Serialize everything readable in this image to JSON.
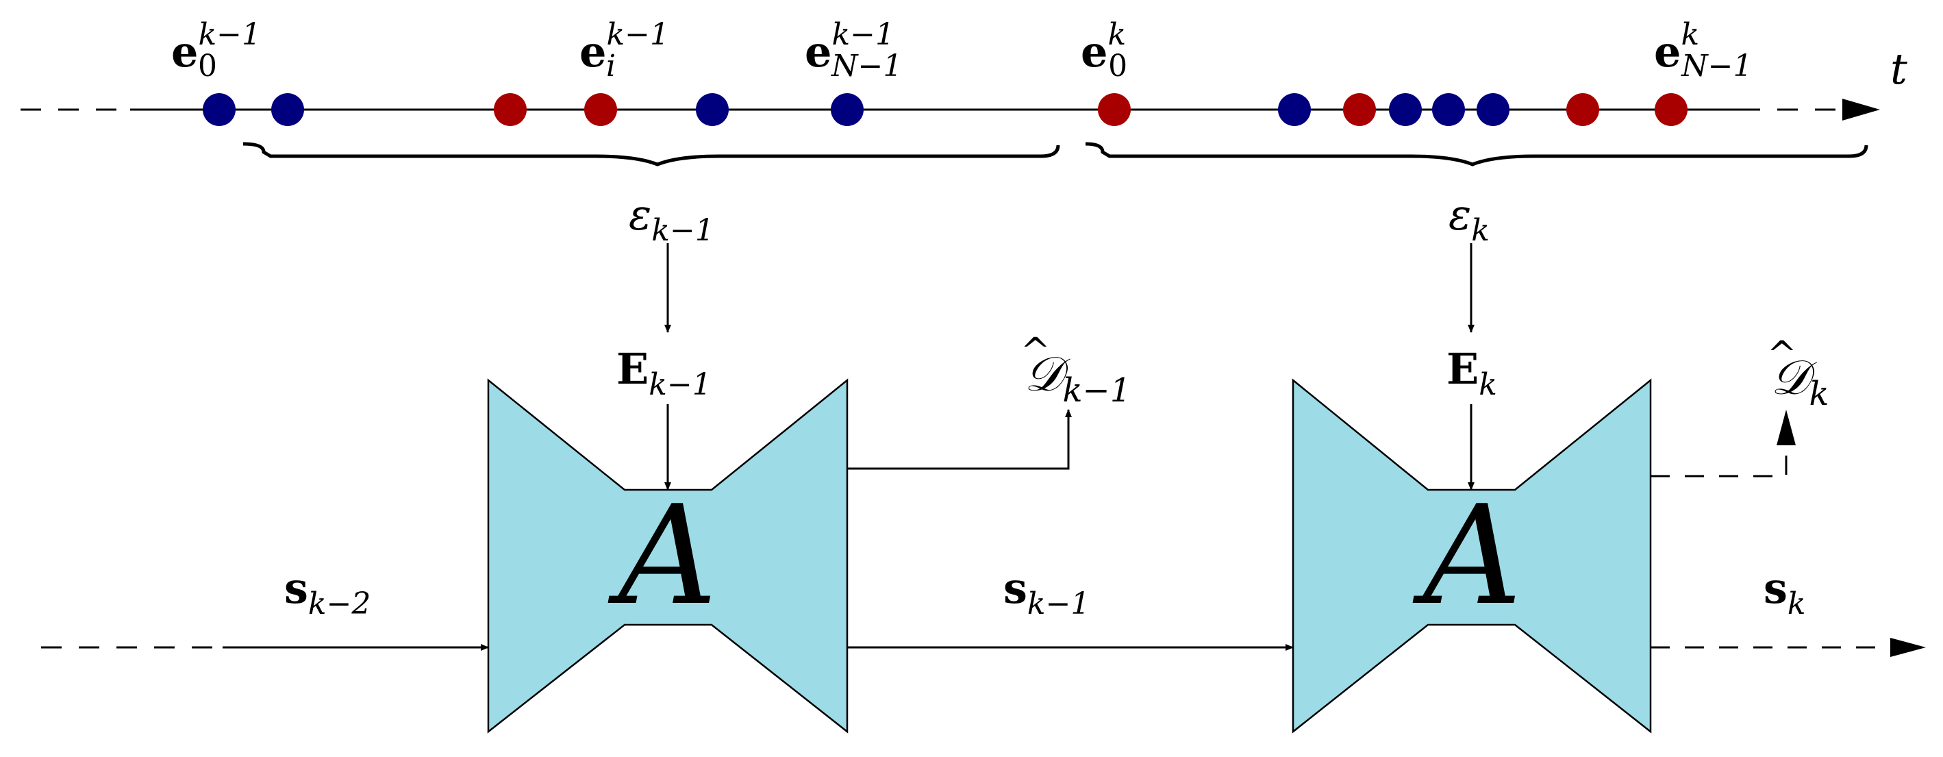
{
  "timeline": {
    "axis_label": "t",
    "events": [
      {
        "color": "blue"
      },
      {
        "color": "blue"
      },
      {
        "color": "red"
      },
      {
        "color": "red"
      },
      {
        "color": "blue"
      },
      {
        "color": "blue"
      },
      {
        "color": "red"
      },
      {
        "color": "blue"
      },
      {
        "color": "red"
      },
      {
        "color": "blue"
      },
      {
        "color": "blue"
      },
      {
        "color": "blue"
      },
      {
        "color": "red"
      },
      {
        "color": "red"
      }
    ],
    "event_labels": {
      "e0_prev": {
        "base": "e",
        "sub": "0",
        "sup": "k−1"
      },
      "ei_prev": {
        "base": "e",
        "sub": "i",
        "sup": "k−1"
      },
      "eN_prev": {
        "base": "e",
        "sub": "N−1",
        "sup": "k−1"
      },
      "e0_cur": {
        "base": "e",
        "sub": "0",
        "sup": "k"
      },
      "eN_cur": {
        "base": "e",
        "sub": "N−1",
        "sup": "k"
      }
    },
    "groups": {
      "prev": {
        "symbol": "ε",
        "sub": "k−1"
      },
      "cur": {
        "symbol": "ε",
        "sub": "k"
      }
    }
  },
  "blocks": [
    {
      "name": "A",
      "input": {
        "base": "E",
        "sub": "k−1"
      },
      "output": {
        "base": "𝒟",
        "sub": "k−1",
        "hat": "^"
      }
    },
    {
      "name": "A",
      "input": {
        "base": "E",
        "sub": "k"
      },
      "output": {
        "base": "𝒟",
        "sub": "k",
        "hat": "^"
      }
    }
  ],
  "states": [
    {
      "base": "s",
      "sub": "k−2"
    },
    {
      "base": "s",
      "sub": "k−1"
    },
    {
      "base": "s",
      "sub": "k"
    }
  ],
  "colors": {
    "blue": "#00007f",
    "red": "#a80000",
    "block_fill": "#9ddbe7",
    "line": "#000000"
  }
}
